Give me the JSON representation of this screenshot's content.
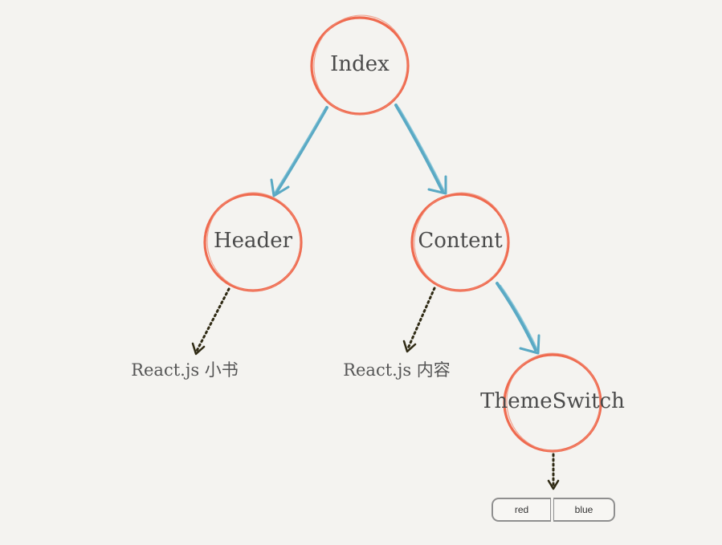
{
  "diagram": {
    "nodes": {
      "index": "Index",
      "header": "Header",
      "content": "Content",
      "theme_switch": "ThemeSwitch"
    },
    "leaves": {
      "header_text": "React.js 小书",
      "content_text": "React.js 内容"
    },
    "buttons": {
      "red": "red",
      "blue": "blue"
    }
  },
  "colors": {
    "background": "#f4f3f0",
    "node_stroke": "#ef6a4f",
    "solid_edge": "#5aa9c4",
    "dotted_edge": "#2f2a14",
    "button_border": "#8f8f8f"
  }
}
